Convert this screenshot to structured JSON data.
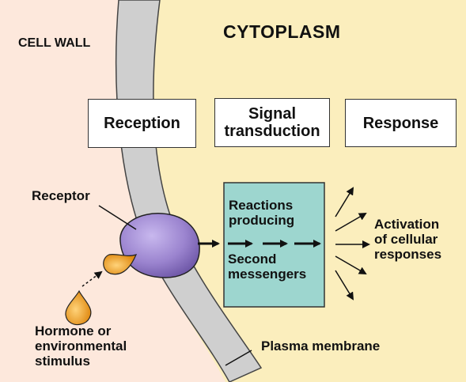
{
  "labels": {
    "cell_wall": "CELL WALL",
    "cytoplasm": "CYTOPLASM",
    "receptor": "Receptor",
    "activation": "Activation\nof cellular\nresponses",
    "hormone": "Hormone or\nenvironmental\nstimulus",
    "plasma_membrane": "Plasma membrane"
  },
  "stages": {
    "reception": "Reception",
    "transduction": "Signal\ntransduction",
    "response": "Response"
  },
  "reactions_box": {
    "line1": "Reactions\nproducing",
    "line2": "Second\nmessengers"
  },
  "colors": {
    "outside": "#fde8dc",
    "cytoplasm": "#fbeebd",
    "membrane": "#cfcfcf",
    "receptor": "#9b84cf",
    "hormone": "#f2a223",
    "reactions_box": "#9dd6cf"
  }
}
